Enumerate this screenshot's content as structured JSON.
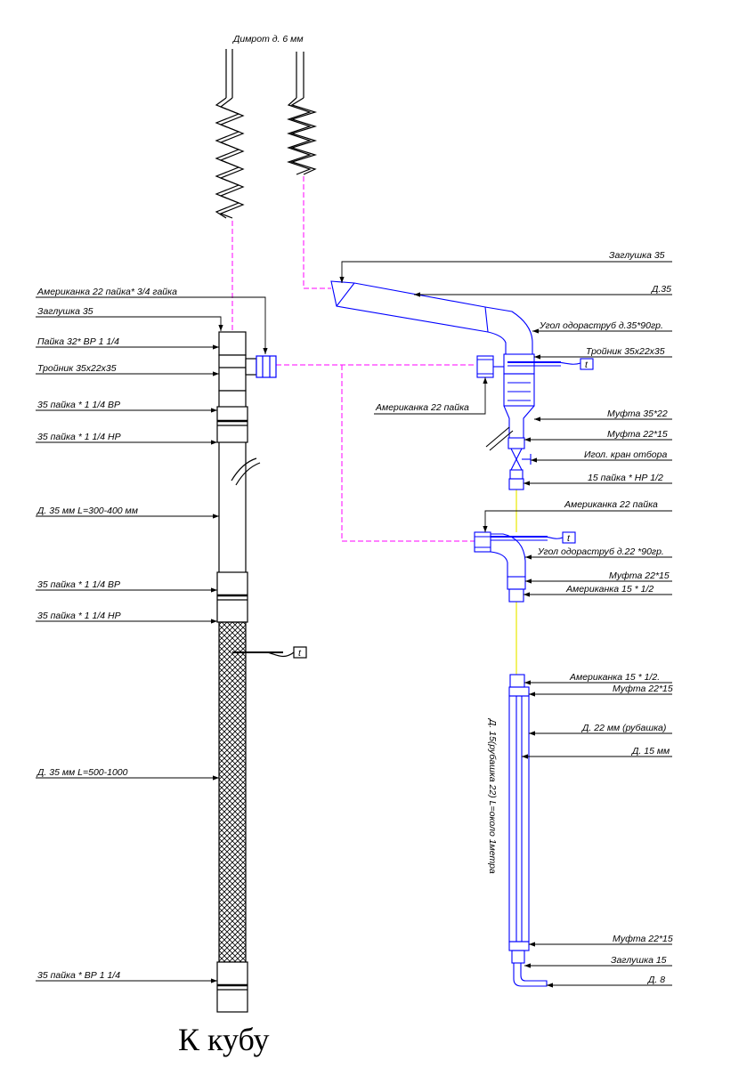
{
  "colors": {
    "line": "#000000",
    "pipe": "#0000ff",
    "dashed": "#ff00ff",
    "flow": "#ffff00",
    "background": "#ffffff"
  },
  "labels": {
    "dimroth": "Димрот д. 6 мм",
    "amer_22_34": "Американка  22 пайка* 3/4 гайка",
    "zaglushka_35_left": "Заглушка 35",
    "payka_32": "Пайка 32* ВР 1 1/4",
    "troynik_left": "Тройник 35х22х35",
    "p35_vr_1": "35 пайка * 1 1/4 ВР",
    "p35_nr_1": "35 пайка * 1 1/4 НР",
    "d35_300": "Д. 35 мм L=300-400 мм",
    "p35_vr_2": "35 пайка * 1 1/4 ВР",
    "p35_nr_2": "35 пайка * 1 1/4 НР",
    "d35_500": "Д. 35 мм L=500-1000",
    "p35_vr_bottom": "35 пайка * ВР 1 1/4",
    "k_kubu": "К кубу",
    "zaglushka_35_right": "Заглушка 35",
    "d35": "Д.35",
    "ugol_35": "Угол одораструб д.35*90гр.",
    "troynik_right": "Тройник 35х22х35",
    "amer_22": "Американка  22 пайка",
    "mufta_35_22": "Муфта 35*22",
    "mufta_22_15_a": "Муфта 22*15",
    "igol_kran": "Игол. кран отбора",
    "p15_nr": "15 пайка * НР 1/2",
    "amer_22_b": "Американка  22 пайка",
    "ugol_22": "Угол одораструб д.22 *90гр.",
    "mufta_22_15_b": "Муфта 22*15",
    "amer_15_a": "Американка 15  * 1/2",
    "amer_15_b": "Американка 15  * 1/2.",
    "mufta_22_15_c": "Муфта 22*15",
    "d22": "Д. 22 мм (рубашка)",
    "d15": "Д. 15 мм",
    "vertical": "Д. 15(рубашка 22) L=около 1метра",
    "mufta_22_15_d": "Муфта 22*15",
    "zaglushka_15": "Заглушка 15",
    "d8": "Д. 8",
    "t1": "t",
    "t2": "t",
    "t3": "t"
  }
}
